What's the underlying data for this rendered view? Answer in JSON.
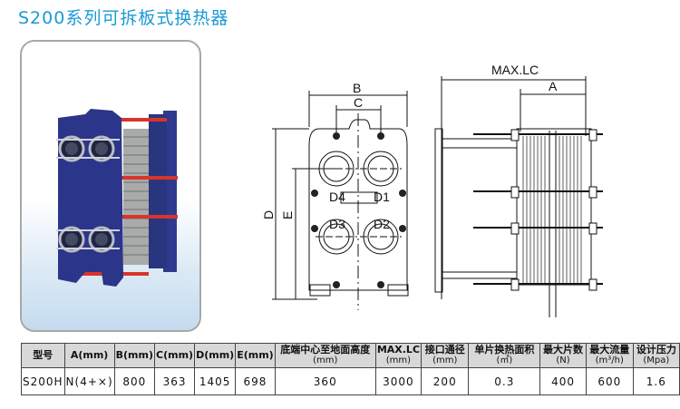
{
  "title": "S200系列可拆板式换热器",
  "drawing_labels": {
    "front": {
      "B": "B",
      "C": "C",
      "D": "D",
      "E": "E",
      "D1": "D1",
      "D2": "D2",
      "D3": "D3",
      "D4": "D4"
    },
    "side": {
      "max_lc": "MAX.LC",
      "A": "A"
    }
  },
  "colors": {
    "title": "#1a9ad6",
    "frame": "#2a3a8c",
    "rod": "#d8352a"
  },
  "table": {
    "headers": [
      {
        "label": "型号",
        "unit": ""
      },
      {
        "label": "A(mm)",
        "unit": ""
      },
      {
        "label": "B(mm)",
        "unit": ""
      },
      {
        "label": "C(mm)",
        "unit": ""
      },
      {
        "label": "D(mm)",
        "unit": ""
      },
      {
        "label": "E(mm)",
        "unit": ""
      },
      {
        "label": "底端中心至地面高度",
        "unit": "(mm)"
      },
      {
        "label": "MAX.LC",
        "unit": "(mm)"
      },
      {
        "label": "接口通径",
        "unit": "(mm)"
      },
      {
        "label": "单片换热面积",
        "unit": "(㎡)"
      },
      {
        "label": "最大片数",
        "unit": "(N)"
      },
      {
        "label": "最大流量",
        "unit": "(m³/h)"
      },
      {
        "label": "设计压力",
        "unit": "(Mpa)"
      }
    ],
    "rows": [
      [
        "S200H",
        "N(4+×)",
        "800",
        "363",
        "1405",
        "698",
        "360",
        "3000",
        "200",
        "0.3",
        "400",
        "600",
        "1.6"
      ]
    ]
  }
}
